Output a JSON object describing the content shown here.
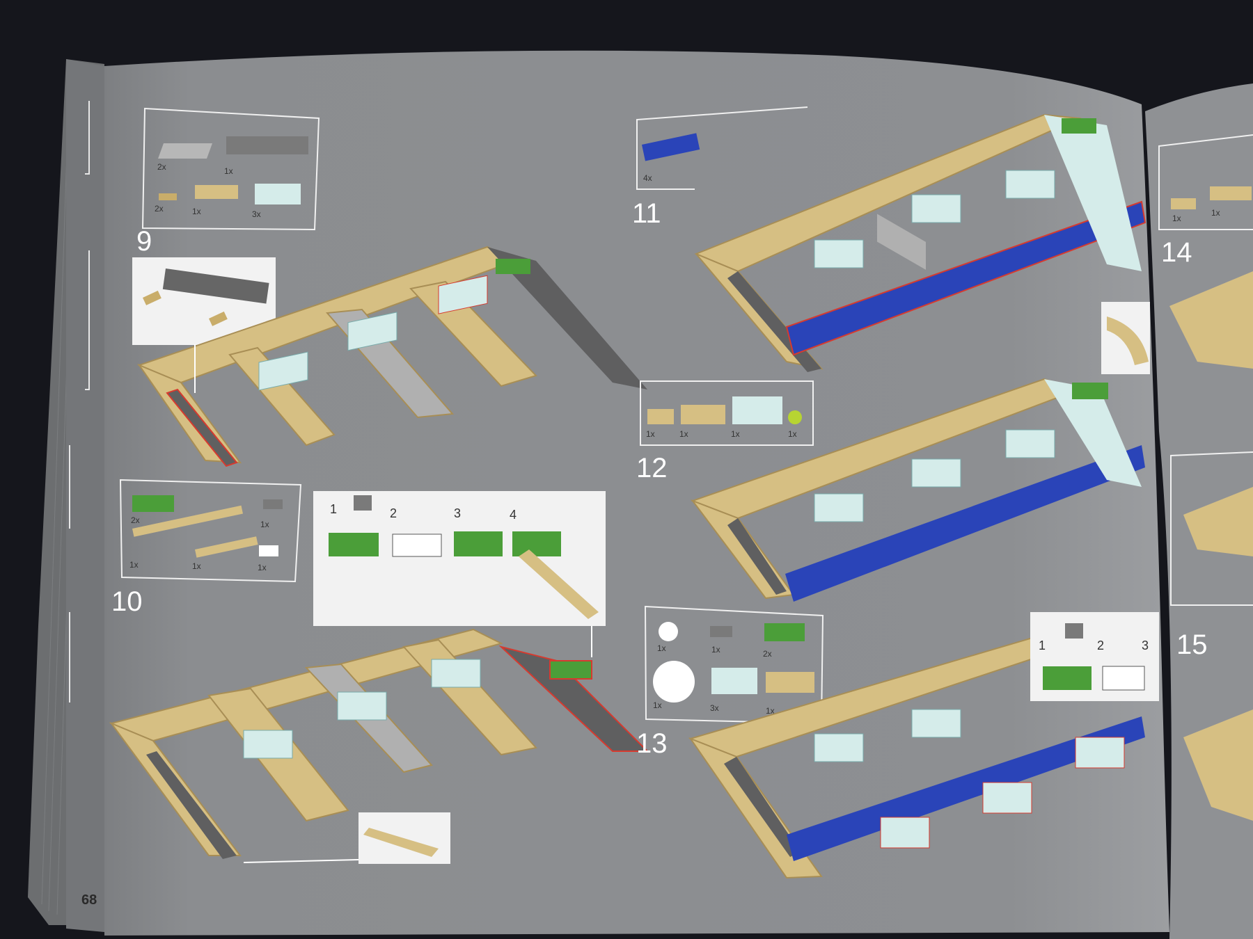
{
  "page": {
    "page_number": "68"
  },
  "colors": {
    "page_gray": "#8a8c8e",
    "tan": "#d6bf83",
    "dark_gray": "#5f5f60",
    "light_gray": "#a9a9a9",
    "light_aqua": "#d5ecea",
    "green": "#4b9e39",
    "blue": "#2a44b8",
    "highlight": "#d63a2f",
    "callout_bg": "#f2f2f2",
    "background_cloth": "#15161c"
  },
  "steps": [
    {
      "number": "9",
      "parts": [
        "2x",
        "1x",
        "2x",
        "1x",
        "3x"
      ]
    },
    {
      "number": "10",
      "parts": [
        "2x",
        "1x",
        "1x",
        "1x",
        "1x"
      ],
      "substeps": [
        "1",
        "2",
        "3",
        "4"
      ]
    },
    {
      "number": "11",
      "parts": [
        "4x"
      ]
    },
    {
      "number": "12",
      "parts": [
        "1x",
        "1x",
        "1x",
        "1x"
      ]
    },
    {
      "number": "13",
      "parts": [
        "1x",
        "1x",
        "2x",
        "1x",
        "3x",
        "1x"
      ]
    },
    {
      "number": "14",
      "parts": [
        "1x",
        "1x"
      ]
    },
    {
      "number": "15",
      "parts": [],
      "substeps": [
        "1",
        "2",
        "3"
      ]
    }
  ]
}
